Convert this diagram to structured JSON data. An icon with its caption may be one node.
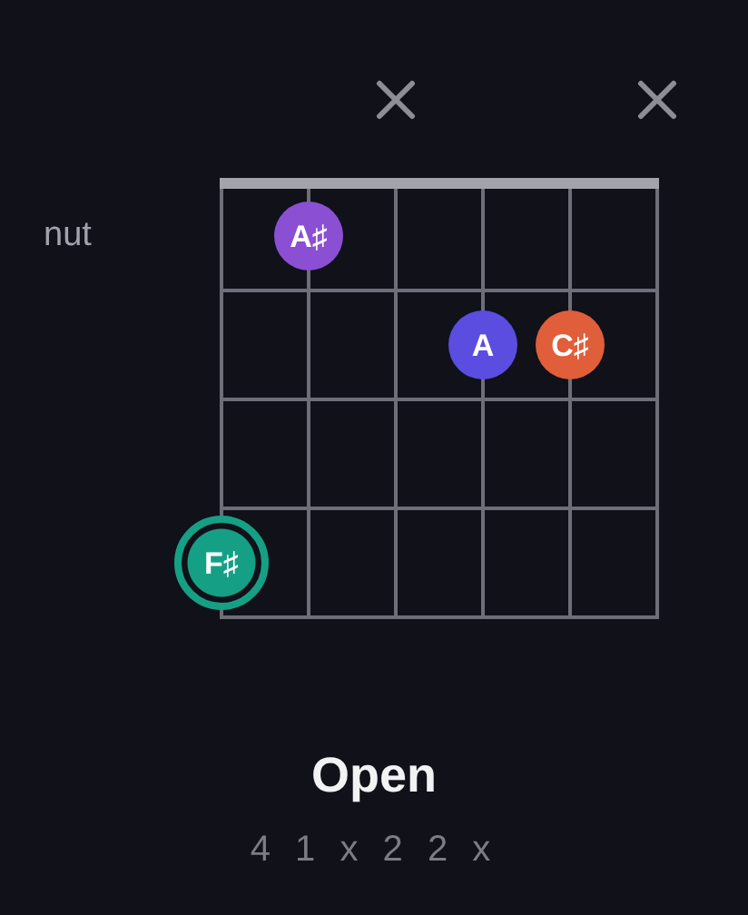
{
  "diagram": {
    "title": "Open",
    "nodes": [
      {
        "text": [],
        "shape": "cross"
      },
      {
        "text": [],
        "shape": "cross"
      },
      {
        "text": [
          "A♯"
        ]
      },
      {
        "text": [
          "A"
        ]
      },
      {
        "text": [
          "C♯"
        ]
      },
      {
        "text": [
          "F♯"
        ]
      }
    ],
    "labels": [
      "nut",
      "4 1 x 2 2 x"
    ]
  }
}
